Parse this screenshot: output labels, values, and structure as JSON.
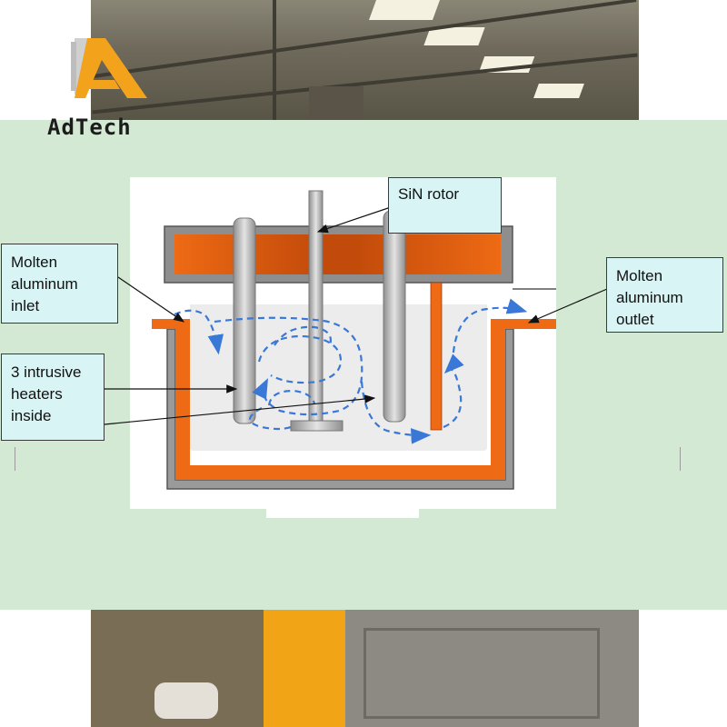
{
  "logo": {
    "brand": "AdTech"
  },
  "labels": {
    "inlet": "Molten\naluminum\ninlet",
    "heaters": "3 intrusive\nheaters\ninside",
    "rotor": "SiN rotor",
    "outlet": "Molten\naluminum\noutlet"
  },
  "colors": {
    "panel": "#d3e9d3",
    "callout": "#d8f4f4",
    "refractory": "#ee6a14",
    "steel": "#9a9a9a",
    "flow": "#3a78d8",
    "logo_orange": "#f3a21c"
  },
  "icons": [
    "logo-a-icon"
  ]
}
